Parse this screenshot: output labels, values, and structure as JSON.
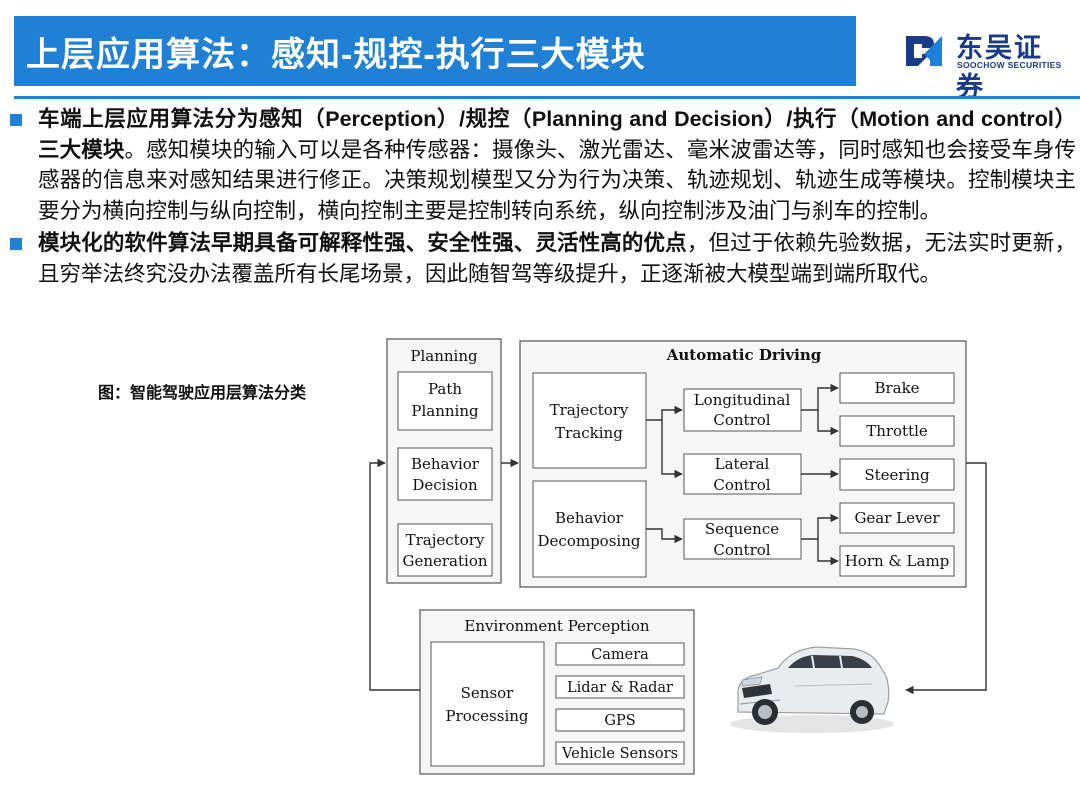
{
  "header": {
    "title": "上层应用算法：感知-规控-执行三大模块",
    "logo_cn": "东吴证券",
    "logo_en": "SOOCHOW SECURITIES"
  },
  "bullets": [
    {
      "bold": "车端上层应用算法分为感知（Perception）/规控（Planning and Decision）/执行（Motion and control）三大模块",
      "text": "。感知模块的输入可以是各种传感器：摄像头、激光雷达、毫米波雷达等，同时感知也会接受车身传感器的信息来对感知结果进行修正。决策规划模型又分为行为决策、轨迹规划、轨迹生成等模块。控制模块主要分为横向控制与纵向控制，横向控制主要是控制转向系统，纵向控制涉及油门与刹车的控制。"
    },
    {
      "bold": "模块化的软件算法早期具备可解释性强、安全性强、灵活性高的优点",
      "text": "，但过于依赖先验数据，无法实时更新，且穷举法终究没办法覆盖所有长尾场景，因此随智驾等级提升，正逐渐被大模型端到端所取代。"
    }
  ],
  "figure_caption": "图：智能驾驶应用层算法分类",
  "diagram": {
    "planning": {
      "title": "Planning",
      "items": [
        [
          "Path",
          "Planning"
        ],
        [
          "Behavior",
          "Decision"
        ],
        [
          "Trajectory",
          "Generation"
        ]
      ]
    },
    "automatic_driving": {
      "title": "Automatic Driving",
      "left": [
        [
          "Trajectory",
          "Tracking"
        ],
        [
          "Behavior",
          "Decomposing"
        ]
      ],
      "mid": [
        [
          "Longitudinal",
          "Control"
        ],
        [
          "Lateral",
          "Control"
        ],
        [
          "Sequence",
          "Control"
        ]
      ],
      "right": [
        "Brake",
        "Throttle",
        "Steering",
        "Gear Lever",
        "Horn & Lamp"
      ]
    },
    "perception": {
      "title": "Environment Perception",
      "processor": [
        "Sensor",
        "Processing"
      ],
      "sensors": [
        "Camera",
        "Lidar & Radar",
        "GPS",
        "Vehicle Sensors"
      ]
    }
  },
  "colors": {
    "accent": "#1f80d6",
    "brand_dark": "#1a3a8a",
    "diagram_line": "#333333"
  }
}
